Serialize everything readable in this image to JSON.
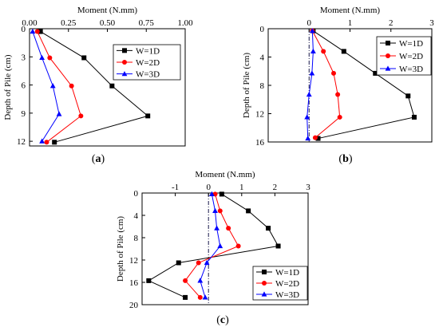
{
  "chart_data": [
    {
      "id": "a",
      "type": "line",
      "panel_label": "a",
      "xlabel": "Moment (N.mm)",
      "ylabel": "Depth of Pile (cm)",
      "xlim": [
        0.0,
        1.0
      ],
      "ylim": [
        0,
        12.5
      ],
      "x_ticks": [
        "0.00",
        "0.25",
        "0.50",
        "0.75",
        "1.00"
      ],
      "x_tick_values": [
        0,
        0.25,
        0.5,
        0.75,
        1.0
      ],
      "y_ticks": [
        "0",
        "3",
        "6",
        "9",
        "12"
      ],
      "y_tick_values": [
        0,
        3,
        6,
        9,
        12
      ],
      "ref_line_x": null,
      "series": [
        {
          "name": "W=1D",
          "color": "#000000",
          "marker": "square",
          "x": [
            0.07,
            0.35,
            0.53,
            0.76,
            0.16
          ],
          "y": [
            0.3,
            3.1,
            6.1,
            9.3,
            12.1
          ]
        },
        {
          "name": "W=2D",
          "color": "#ff0000",
          "marker": "circle",
          "x": [
            0.05,
            0.13,
            0.27,
            0.33,
            0.11
          ],
          "y": [
            0.3,
            3.1,
            6.1,
            9.3,
            12.1
          ]
        },
        {
          "name": "W=3D",
          "color": "#0000ff",
          "marker": "triangle",
          "x": [
            0.02,
            0.08,
            0.15,
            0.19,
            0.08
          ],
          "y": [
            0.3,
            3.1,
            6.1,
            9.1,
            12.0
          ]
        }
      ]
    },
    {
      "id": "b",
      "type": "line",
      "panel_label": "b",
      "xlabel": "Moment (N.mm)",
      "ylabel": "Depth of Pile (cm)",
      "xlim": [
        -1.0,
        3.0
      ],
      "ylim": [
        0,
        16
      ],
      "x_ticks": [
        "0",
        "1",
        "2",
        "3"
      ],
      "x_tick_values": [
        0,
        1,
        2,
        3
      ],
      "y_ticks": [
        "0",
        "4",
        "8",
        "12",
        "16"
      ],
      "y_tick_values": [
        0,
        4,
        8,
        12,
        16
      ],
      "ref_line_x": 0,
      "series": [
        {
          "name": "W=1D",
          "color": "#000000",
          "marker": "square",
          "x": [
            0.1,
            0.85,
            1.62,
            2.42,
            2.57,
            0.22
          ],
          "y": [
            0.3,
            3.2,
            6.3,
            9.5,
            12.5,
            15.5
          ]
        },
        {
          "name": "W=2D",
          "color": "#ff0000",
          "marker": "circle",
          "x": [
            0.08,
            0.35,
            0.6,
            0.7,
            0.75,
            0.15
          ],
          "y": [
            0.3,
            3.2,
            6.3,
            9.3,
            12.5,
            15.4
          ]
        },
        {
          "name": "W=3D",
          "color": "#0000ff",
          "marker": "triangle",
          "x": [
            0.08,
            0.1,
            0.07,
            0.0,
            -0.05,
            -0.03
          ],
          "y": [
            0.3,
            3.2,
            6.3,
            9.3,
            12.5,
            15.5
          ]
        }
      ]
    },
    {
      "id": "c",
      "type": "line",
      "panel_label": "c",
      "xlabel": "Moment (N.mm)",
      "ylabel": "Depth of Pile (cm)",
      "xlim": [
        -2.0,
        3.0
      ],
      "ylim": [
        0,
        20
      ],
      "x_ticks": [
        "-1",
        "0",
        "1",
        "2",
        "3"
      ],
      "x_tick_values": [
        -1,
        0,
        1,
        2,
        3
      ],
      "y_ticks": [
        "0",
        "4",
        "8",
        "12",
        "16",
        "20"
      ],
      "y_tick_values": [
        0,
        4,
        8,
        12,
        16,
        20
      ],
      "ref_line_x": 0,
      "series": [
        {
          "name": "W=1D",
          "color": "#000000",
          "marker": "square",
          "x": [
            0.4,
            1.2,
            1.8,
            2.1,
            -0.9,
            -1.8,
            -0.7
          ],
          "y": [
            0.2,
            3.2,
            6.3,
            9.5,
            12.5,
            15.7,
            18.7
          ]
        },
        {
          "name": "W=2D",
          "color": "#ff0000",
          "marker": "circle",
          "x": [
            0.2,
            0.35,
            0.6,
            0.9,
            -0.3,
            -0.7,
            -0.25
          ],
          "y": [
            0.2,
            3.2,
            6.3,
            9.5,
            12.5,
            15.7,
            18.7
          ]
        },
        {
          "name": "W=3D",
          "color": "#0000ff",
          "marker": "triangle",
          "x": [
            0.1,
            0.2,
            0.25,
            0.35,
            -0.05,
            -0.25,
            -0.1
          ],
          "y": [
            0.2,
            3.2,
            6.3,
            9.5,
            12.5,
            15.7,
            18.7
          ]
        }
      ]
    }
  ]
}
